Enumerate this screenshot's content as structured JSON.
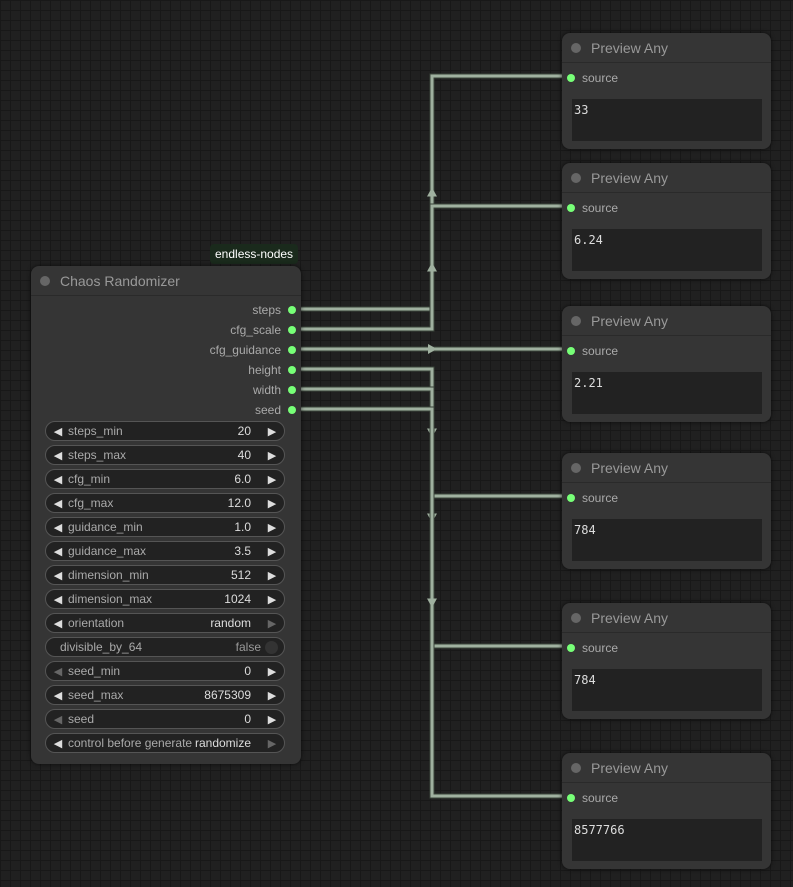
{
  "source_node": {
    "badge": "endless-nodes",
    "title": "Chaos Randomizer",
    "outputs": [
      "steps",
      "cfg_scale",
      "cfg_guidance",
      "height",
      "width",
      "seed"
    ],
    "widgets": [
      {
        "label": "steps_min",
        "value": "20",
        "left_dim": false,
        "right_dim": false
      },
      {
        "label": "steps_max",
        "value": "40",
        "left_dim": false,
        "right_dim": false
      },
      {
        "label": "cfg_min",
        "value": "6.0",
        "left_dim": false,
        "right_dim": false
      },
      {
        "label": "cfg_max",
        "value": "12.0",
        "left_dim": false,
        "right_dim": false
      },
      {
        "label": "guidance_min",
        "value": "1.0",
        "left_dim": false,
        "right_dim": false
      },
      {
        "label": "guidance_max",
        "value": "3.5",
        "left_dim": false,
        "right_dim": false
      },
      {
        "label": "dimension_min",
        "value": "512",
        "left_dim": false,
        "right_dim": false
      },
      {
        "label": "dimension_max",
        "value": "1024",
        "left_dim": false,
        "right_dim": false
      },
      {
        "label": "orientation",
        "value": "random",
        "left_dim": false,
        "right_dim": true
      },
      {
        "label": "divisible_by_64",
        "value": "false",
        "toggle": true
      },
      {
        "label": "seed_min",
        "value": "0",
        "left_dim": true,
        "right_dim": false
      },
      {
        "label": "seed_max",
        "value": "8675309",
        "left_dim": false,
        "right_dim": false
      },
      {
        "label": "seed",
        "value": "0",
        "left_dim": true,
        "right_dim": false
      },
      {
        "label": "control before generate",
        "value": "randomize",
        "left_dim": false,
        "right_dim": true
      }
    ]
  },
  "preview_nodes": [
    {
      "title": "Preview Any",
      "input": "source",
      "value": "33"
    },
    {
      "title": "Preview Any",
      "input": "source",
      "value": "6.24"
    },
    {
      "title": "Preview Any",
      "input": "source",
      "value": "2.21"
    },
    {
      "title": "Preview Any",
      "input": "source",
      "value": "784"
    },
    {
      "title": "Preview Any",
      "input": "source",
      "value": "784"
    },
    {
      "title": "Preview Any",
      "input": "source",
      "value": "8577766"
    }
  ],
  "colors": {
    "link": "#9fb09f",
    "slot": "#77ff77",
    "node": "#353535",
    "badge_bg": "#1a2a1c"
  }
}
